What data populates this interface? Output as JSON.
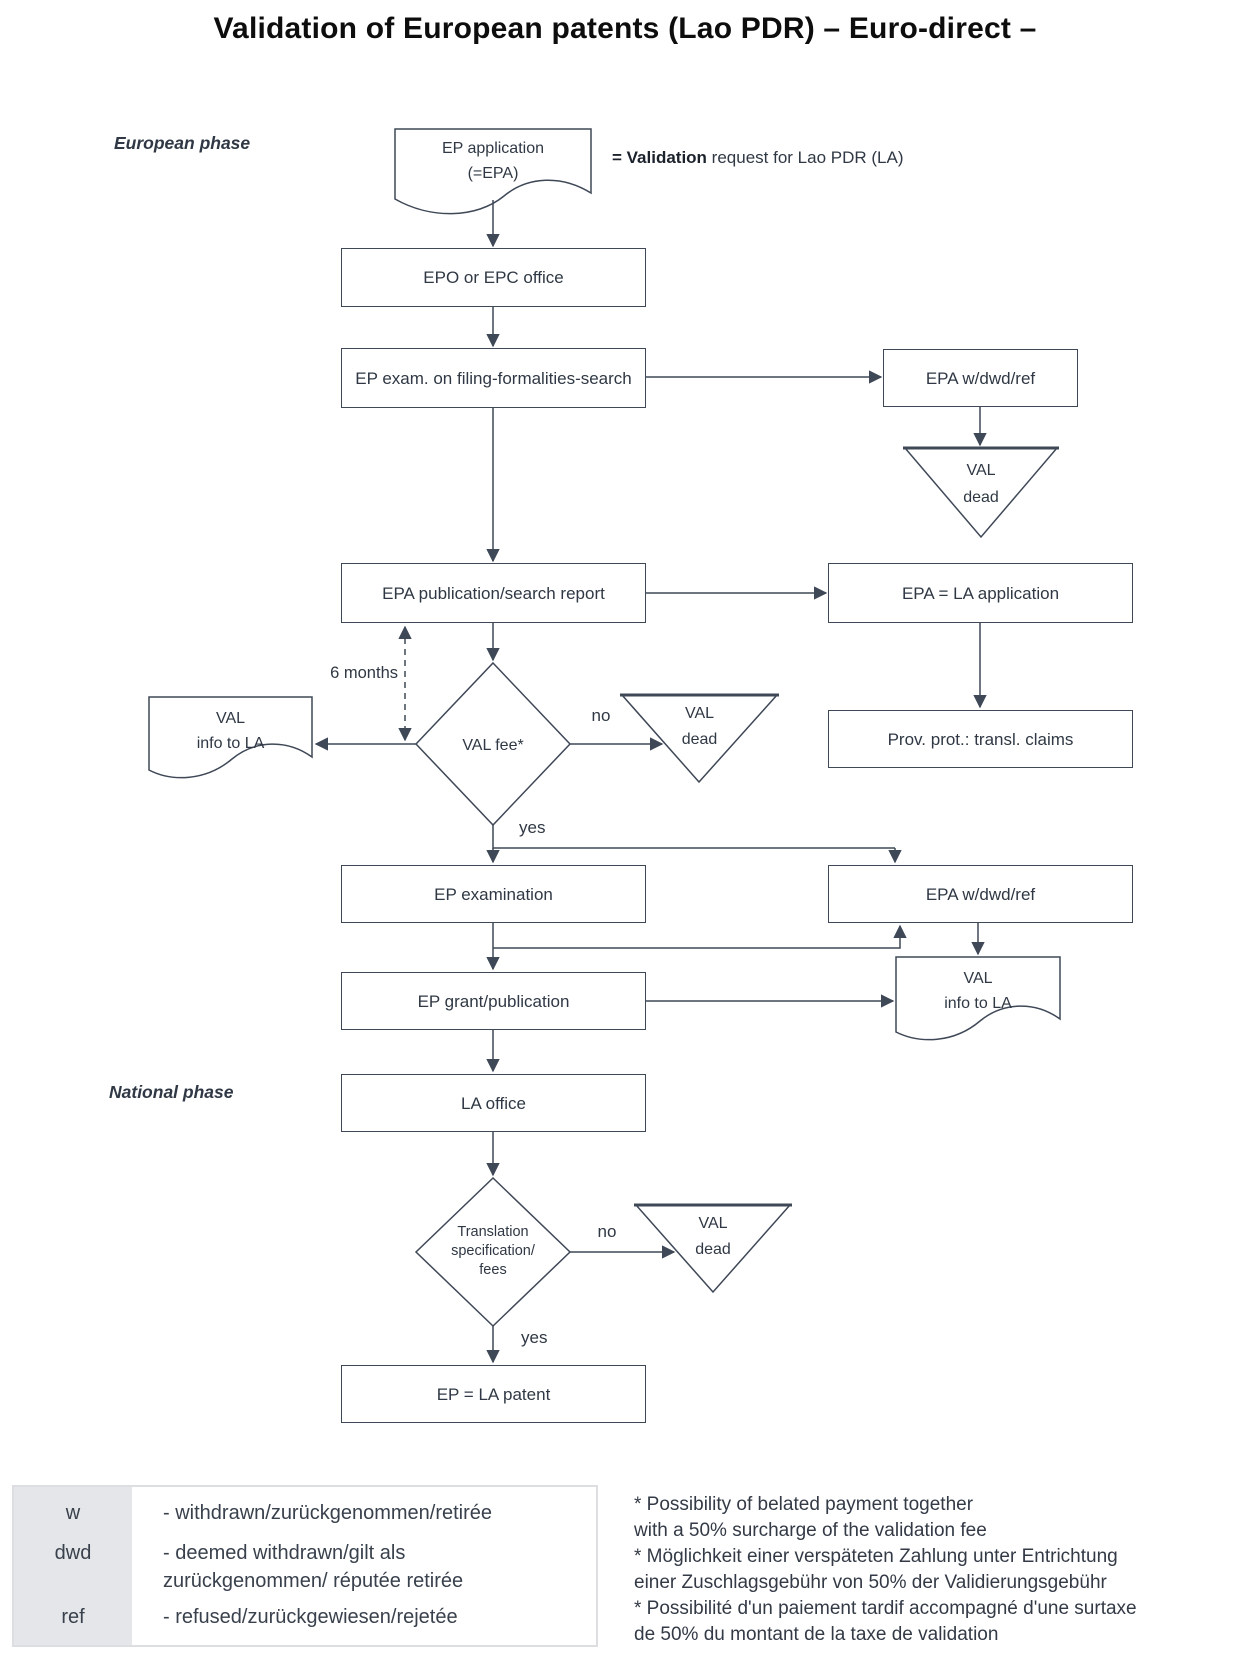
{
  "title": "Validation of European patents (Lao PDR) – Euro-direct –",
  "phase_labels": {
    "european": "European phase",
    "national": "National phase"
  },
  "annotation": {
    "bold": "= Validation",
    "rest": " request for Lao PDR (LA)"
  },
  "nodes": {
    "ep_application": {
      "l1": "EP application",
      "l2": "(=EPA)"
    },
    "epo_office": "EPO or EPC office",
    "ep_exam": "EP exam. on filing-formalities-search",
    "epa_wdwdref_top": "EPA w/dwd/ref",
    "val_dead_top": {
      "l1": "VAL",
      "l2": "dead"
    },
    "epa_publication": "EPA publication/search report",
    "epa_la_application": "EPA = LA application",
    "prov_prot": "Prov. prot.: transl. claims",
    "val_fee_decision": "VAL fee*",
    "val_info_left": {
      "l1": "VAL",
      "l2": "info to LA"
    },
    "val_dead_mid": {
      "l1": "VAL",
      "l2": "dead"
    },
    "ep_examination": "EP examination",
    "epa_wdwdref_mid": "EPA w/dwd/ref",
    "ep_grant": "EP grant/publication",
    "val_info_right": {
      "l1": "VAL",
      "l2": "info to LA"
    },
    "la_office": "LA office",
    "translation_decision": {
      "l1": "Translation",
      "l2": "specification/",
      "l3": "fees"
    },
    "val_dead_bottom": {
      "l1": "VAL",
      "l2": "dead"
    },
    "ep_la_patent": "EP = LA patent"
  },
  "edge_labels": {
    "six_months": "6 months",
    "no_fee": "no",
    "yes_fee": "yes",
    "no_translation": "no",
    "yes_translation": "yes"
  },
  "legend": {
    "rows": [
      {
        "key": "w",
        "desc": "- withdrawn/zurückgenommen/retirée"
      },
      {
        "key": "dwd",
        "desc": "- deemed withdrawn/gilt als zurückgenommen/ réputée retirée"
      },
      {
        "key": "ref",
        "desc": "- refused/zurückgewiesen/rejetée"
      }
    ]
  },
  "footnotes": [
    "* Possibility of belated payment together",
    "with a 50% surcharge of the validation fee",
    "* Möglichkeit einer verspäteten Zahlung unter Entrichtung",
    "einer Zuschlagsgebühr von 50% der Validierungsgebühr",
    "* Possibilité d'un paiement tardif accompagné d'une surtaxe",
    "de 50% du montant de la taxe de validation"
  ],
  "colors": {
    "stroke": "#3f4857",
    "text": "#2f3844",
    "legend_key_bg": "#e4e6e9",
    "legend_border": "#dcdee1"
  }
}
